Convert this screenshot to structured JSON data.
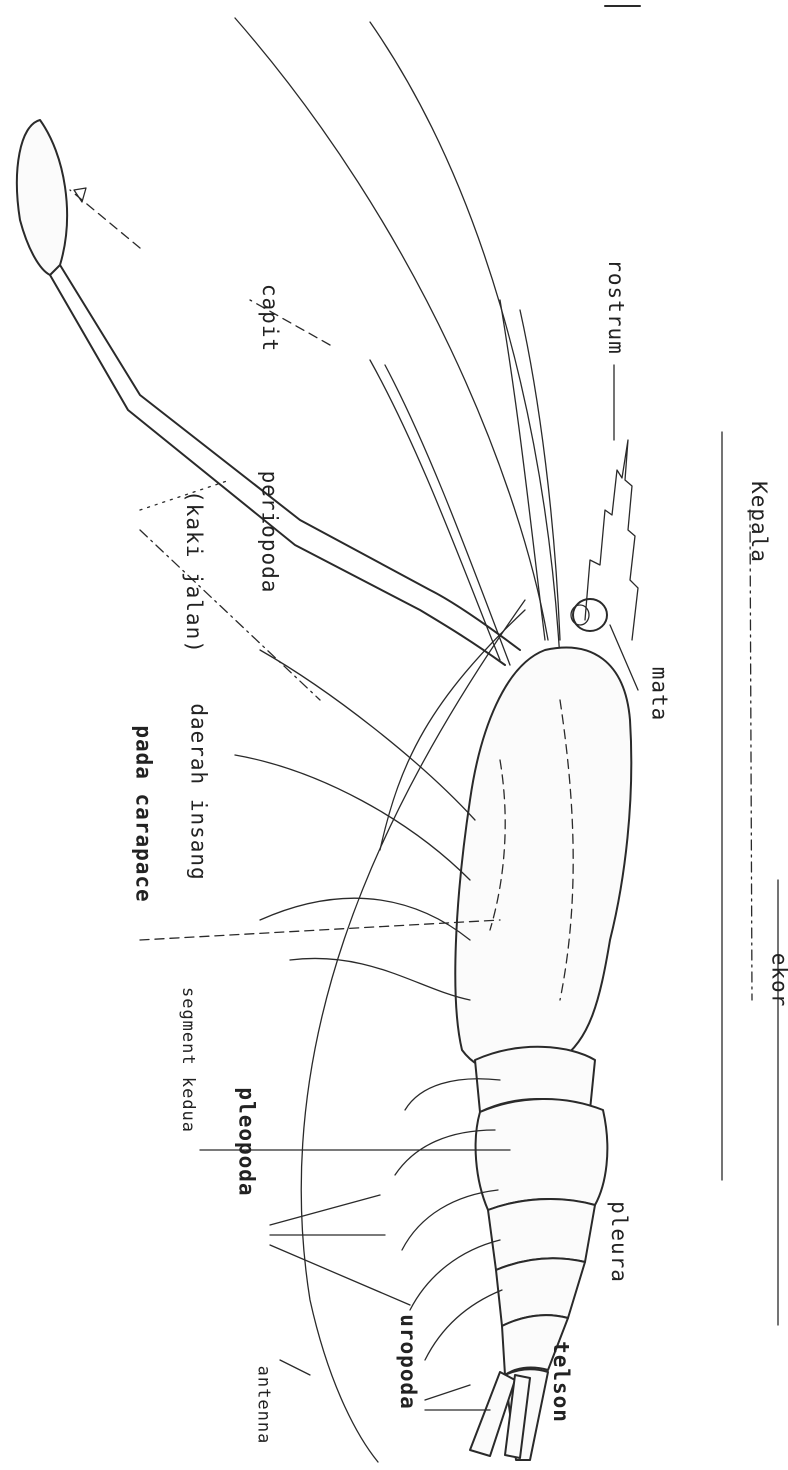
{
  "labels": {
    "kepala": "Kepala",
    "ekor": "ekor",
    "rostrum": "rostrum",
    "mata": "mata",
    "capit": "capit",
    "periopoda": "periopoda",
    "kaki_jalan": "(kaki jalan)",
    "daerah_insang": "daerah insang",
    "pada_carapace": "pada carapace",
    "segment_kedua": "segment kedua",
    "pleopoda": "pleopoda",
    "pleura": "pleura",
    "telson": "telson",
    "uropoda": "uropoda",
    "antenna": "antenna"
  },
  "colors": {
    "ink": "#2a2a2a",
    "paper": "#ffffff"
  }
}
